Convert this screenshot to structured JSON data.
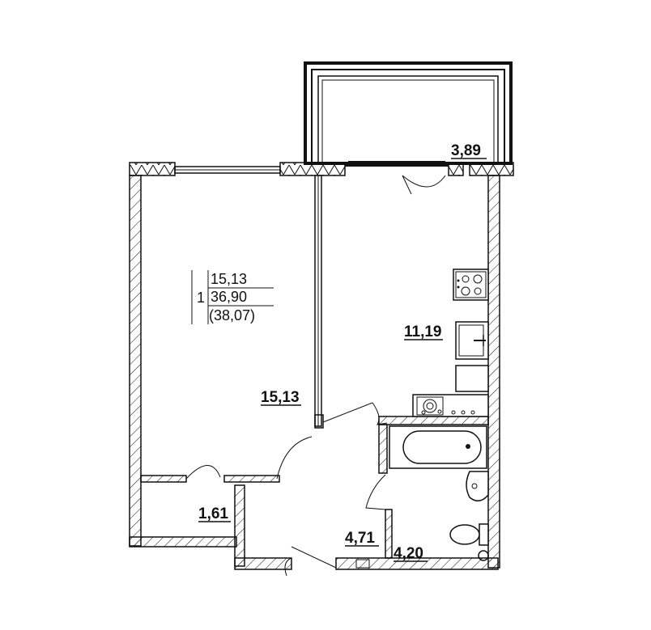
{
  "legend": {
    "rooms": "1",
    "living_area": "15,13",
    "total_area": "36,90",
    "total_with_balcony": "(38,07)"
  },
  "rooms": [
    {
      "id": "balcony",
      "area": "3,89"
    },
    {
      "id": "kitchen",
      "area": "11,19"
    },
    {
      "id": "living-room",
      "area": "15,13"
    },
    {
      "id": "closet",
      "area": "1,61"
    },
    {
      "id": "hallway",
      "area": "4,71"
    },
    {
      "id": "bathroom",
      "area": "4,20"
    }
  ],
  "colors": {
    "line": "#111111",
    "fill": "#ffffff"
  }
}
